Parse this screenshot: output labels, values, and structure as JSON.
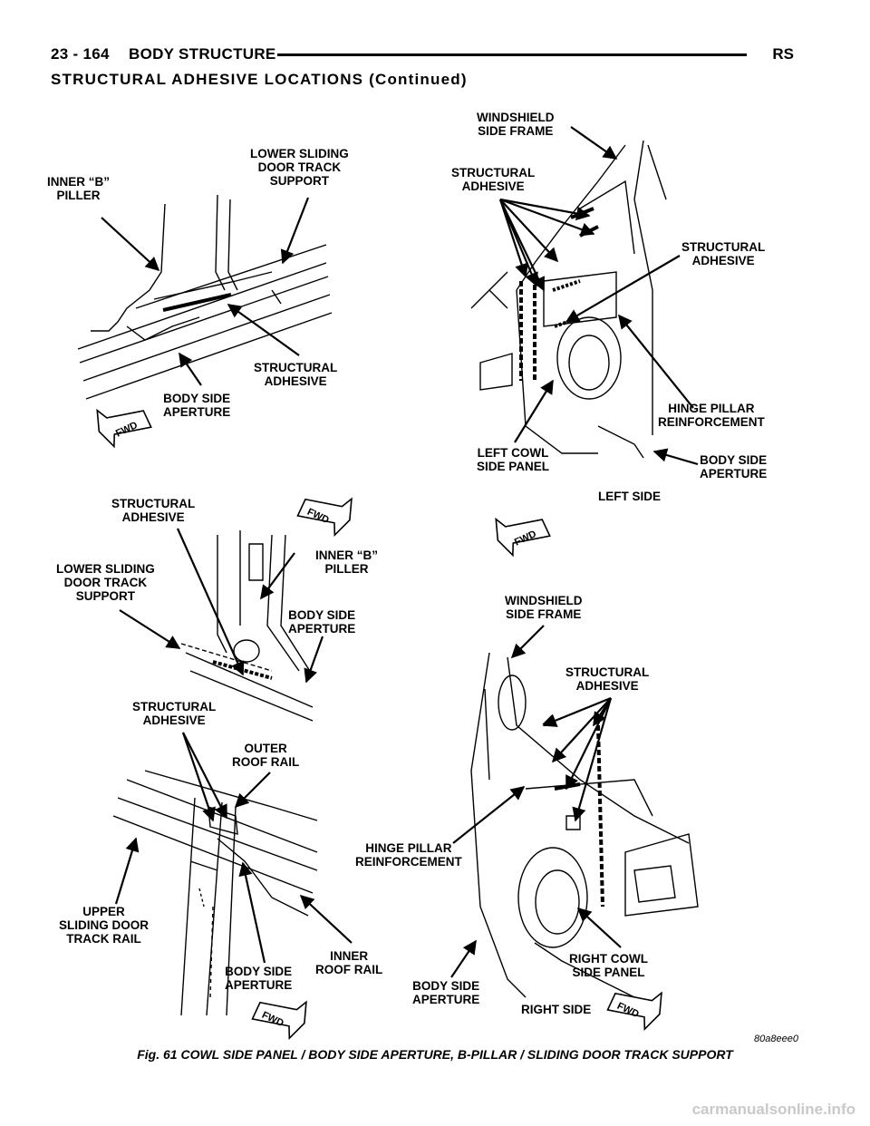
{
  "header": {
    "page_number": "23 - 164",
    "section": "BODY STRUCTURE",
    "code": "RS",
    "subtitle": "STRUCTURAL ADHESIVE LOCATIONS (Continued)"
  },
  "labels": {
    "tl_inner_b": "INNER “B”\nPILLER",
    "tl_lower_track": "LOWER SLIDING\nDOOR TRACK\nSUPPORT",
    "tl_adhesive": "STRUCTURAL\nADHESIVE",
    "tl_body_side": "BODY SIDE\nAPERTURE",
    "tr_windshield": "WINDSHIELD\nSIDE FRAME",
    "tr_adhesive1": "STRUCTURAL\nADHESIVE",
    "tr_adhesive2": "STRUCTURAL\nADHESIVE",
    "tr_hinge": "HINGE PILLAR\nREINFORCEMENT",
    "tr_left_cowl": "LEFT COWL\nSIDE PANEL",
    "tr_body_side": "BODY SIDE\nAPERTURE",
    "tr_left_side": "LEFT SIDE",
    "ml_adhesive": "STRUCTURAL\nADHESIVE",
    "ml_lower_track": "LOWER SLIDING\nDOOR TRACK\nSUPPORT",
    "ml_inner_b": "INNER “B”\nPILLER",
    "ml_body_side": "BODY SIDE\nAPERTURE",
    "bl_adhesive": "STRUCTURAL\nADHESIVE",
    "bl_outer_roof": "OUTER\nROOF RAIL",
    "bl_upper_track": "UPPER\nSLIDING DOOR\nTRACK RAIL",
    "bl_body_side": "BODY SIDE\nAPERTURE",
    "bl_inner_roof": "INNER\nROOF RAIL",
    "br_windshield": "WINDSHIELD\nSIDE FRAME",
    "br_adhesive": "STRUCTURAL\nADHESIVE",
    "br_hinge": "HINGE PILLAR\nREINFORCEMENT",
    "br_body_side": "BODY SIDE\nAPERTURE",
    "br_right_cowl": "RIGHT COWL\nSIDE PANEL",
    "br_right_side": "RIGHT SIDE"
  },
  "fwd_badge": "FWD",
  "figure_code": "80a8eee0",
  "caption": "Fig. 61 COWL SIDE PANEL / BODY SIDE APERTURE, B-PILLAR / SLIDING DOOR TRACK SUPPORT",
  "watermark": "carmanualsonline.info"
}
